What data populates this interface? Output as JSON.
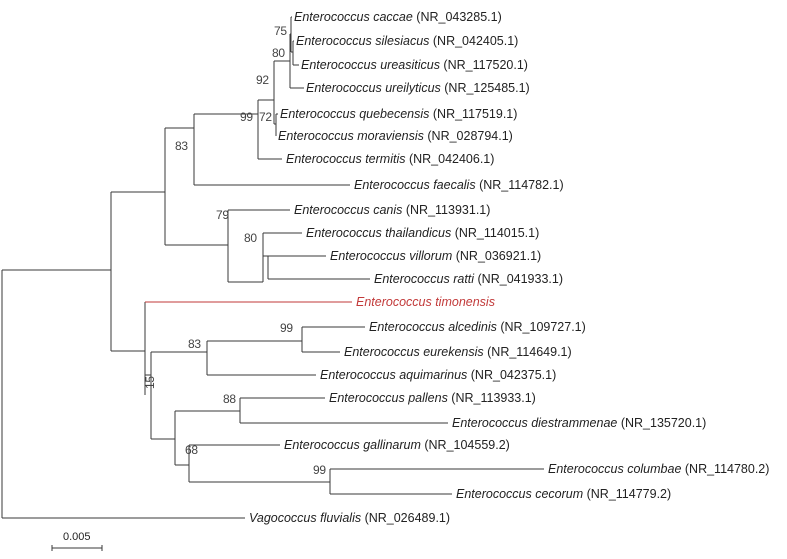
{
  "highlight_color": "#c23a3a",
  "line_color": "#3a3a3a",
  "taxa": [
    {
      "name": "Enterococcus caccae",
      "acc": " (NR_043285.1)"
    },
    {
      "name": "Enterococcus silesiacus",
      "acc": " (NR_042405.1)"
    },
    {
      "name": "Enterococcus ureasiticus",
      "acc": " (NR_117520.1)"
    },
    {
      "name": "Enterococcus ureilyticus",
      "acc": " (NR_125485.1)"
    },
    {
      "name": "Enterococcus quebecensis",
      "acc": " (NR_117519.1)"
    },
    {
      "name": "Enterococcus moraviensis",
      "acc": " (NR_028794.1)"
    },
    {
      "name": "Enterococcus termitis",
      "acc": " (NR_042406.1)"
    },
    {
      "name": "Enterococcus faecalis",
      "acc": " (NR_114782.1)"
    },
    {
      "name": "Enterococcus canis",
      "acc": " (NR_113931.1)"
    },
    {
      "name": "Enterococcus thailandicus",
      "acc": " (NR_114015.1)"
    },
    {
      "name": "Enterococcus villorum",
      "acc": " (NR_036921.1)"
    },
    {
      "name": "Enterococcus ratti",
      "acc": " (NR_041933.1)"
    },
    {
      "name": "Enterococcus timonensis",
      "acc": ""
    },
    {
      "name": "Enterococcus alcedinis",
      "acc": " (NR_109727.1)"
    },
    {
      "name": "Enterococcus eurekensis",
      "acc": " (NR_114649.1)"
    },
    {
      "name": "Enterococcus aquimarinus",
      "acc": " (NR_042375.1)"
    },
    {
      "name": "Enterococcus pallens",
      "acc": " (NR_113933.1)"
    },
    {
      "name": "Enterococcus diestrammenae",
      "acc": " (NR_135720.1)"
    },
    {
      "name": "Enterococcus gallinarum",
      "acc": " (NR_104559.2)"
    },
    {
      "name": "Enterococcus columbae",
      "acc": " (NR_114780.2)"
    },
    {
      "name": "Enterococcus cecorum",
      "acc": " (NR_114779.2)"
    },
    {
      "name": "Vagococcus fluvialis",
      "acc": " (NR_026489.1)"
    }
  ],
  "bootstrap": [
    "75",
    "80",
    "92",
    "72",
    "99",
    "83",
    "79",
    "80",
    "99",
    "83",
    "88",
    "68",
    "99",
    "15"
  ],
  "scale_label": "0.005"
}
